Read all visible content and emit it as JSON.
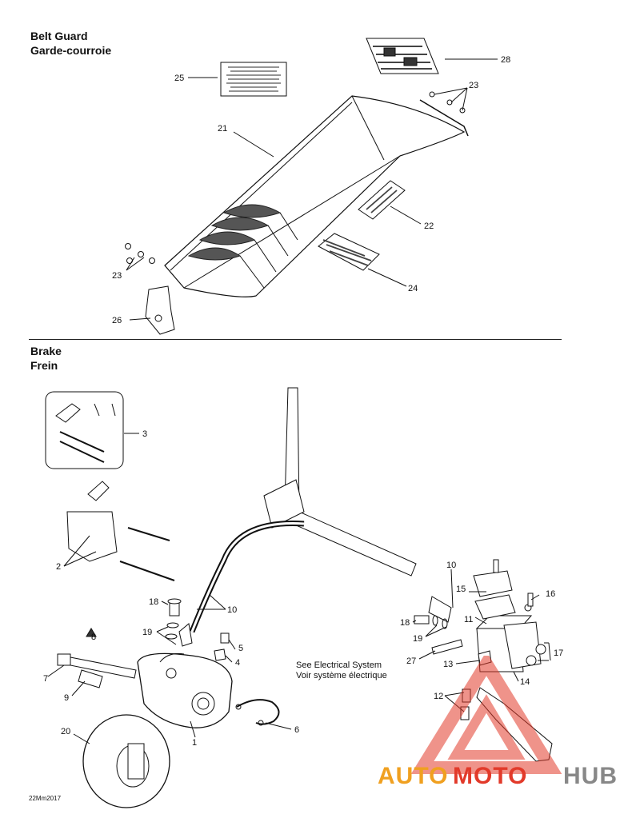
{
  "sections": {
    "belt_guard": {
      "title_en": "Belt Guard",
      "title_fr": "Garde-courroie"
    },
    "brake": {
      "title_en": "Brake",
      "title_fr": "Frein"
    }
  },
  "note": {
    "line1": "See Electrical System",
    "line2": "Voir système électrique"
  },
  "drawing_code": "22Mm2017",
  "watermark": {
    "part1": "AUTO",
    "part2": "MOTO",
    "part3": "HUB",
    "color_red": "#e23a2a",
    "color_orange": "#f0a020",
    "color_gray": "#888888"
  },
  "callouts": {
    "c25": "25",
    "c28": "28",
    "c21": "21",
    "c23a": "23",
    "c22": "22",
    "c23b": "23",
    "c24": "24",
    "c26": "26",
    "c3": "3",
    "c2": "2",
    "c10a": "10",
    "c18a": "18",
    "c19a": "19",
    "c8": "8",
    "c5": "5",
    "c4": "4",
    "c7": "7",
    "c9": "9",
    "c20": "20",
    "c1": "1",
    "c6": "6",
    "c10b": "10",
    "c15": "15",
    "c16": "16",
    "c11": "11",
    "c18b": "18",
    "c19b": "19",
    "c17": "17",
    "c27": "27",
    "c13": "13",
    "c14": "14",
    "c12": "12"
  }
}
